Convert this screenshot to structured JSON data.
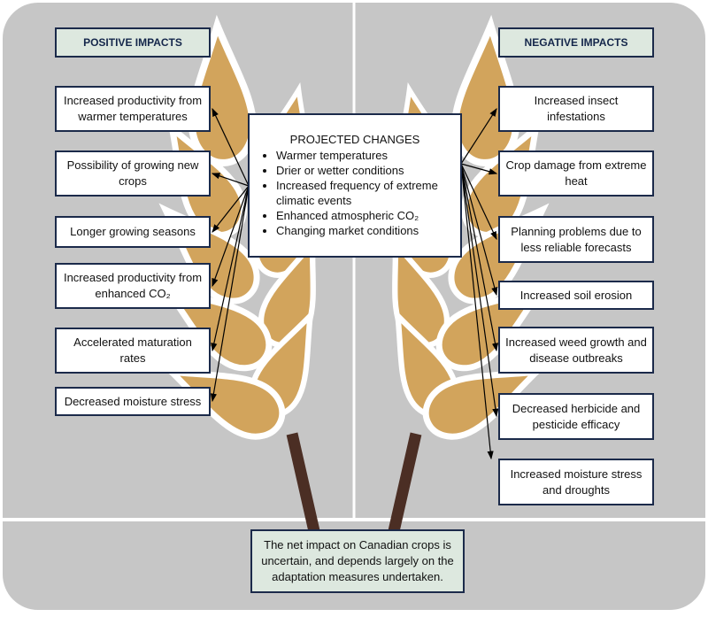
{
  "positive": {
    "title": "POSITIVE IMPACTS",
    "items": [
      "Increased productivity from warmer temperatures",
      "Possibility of growing new crops",
      "Longer growing seasons",
      "Increased productivity from enhanced CO₂",
      "Accelerated maturation rates",
      "Decreased moisture stress"
    ]
  },
  "negative": {
    "title": "NEGATIVE IMPACTS",
    "items": [
      "Increased insect infestations",
      "Crop damage from extreme heat",
      "Planning problems due to less reliable forecasts",
      "Increased soil erosion",
      "Increased weed growth and disease outbreaks",
      "Decreased herbicide and pesticide efficacy",
      "Increased moisture stress and droughts"
    ]
  },
  "projected": {
    "title": "PROJECTED CHANGES",
    "items": [
      "Warmer temperatures",
      "Drier or wetter conditions",
      "Increased frequency of extreme climatic events",
      "Enhanced atmospheric CO₂",
      "Changing market conditions"
    ]
  },
  "note": "The net impact on Canadian crops is uncertain, and depends largely on the adaptation measures undertaken.",
  "colors": {
    "background": "#c6c6c6",
    "leaf": "#d2a45c",
    "stem": "#4b2e24",
    "border": "#1b2a4a",
    "header": "#dde8df"
  }
}
